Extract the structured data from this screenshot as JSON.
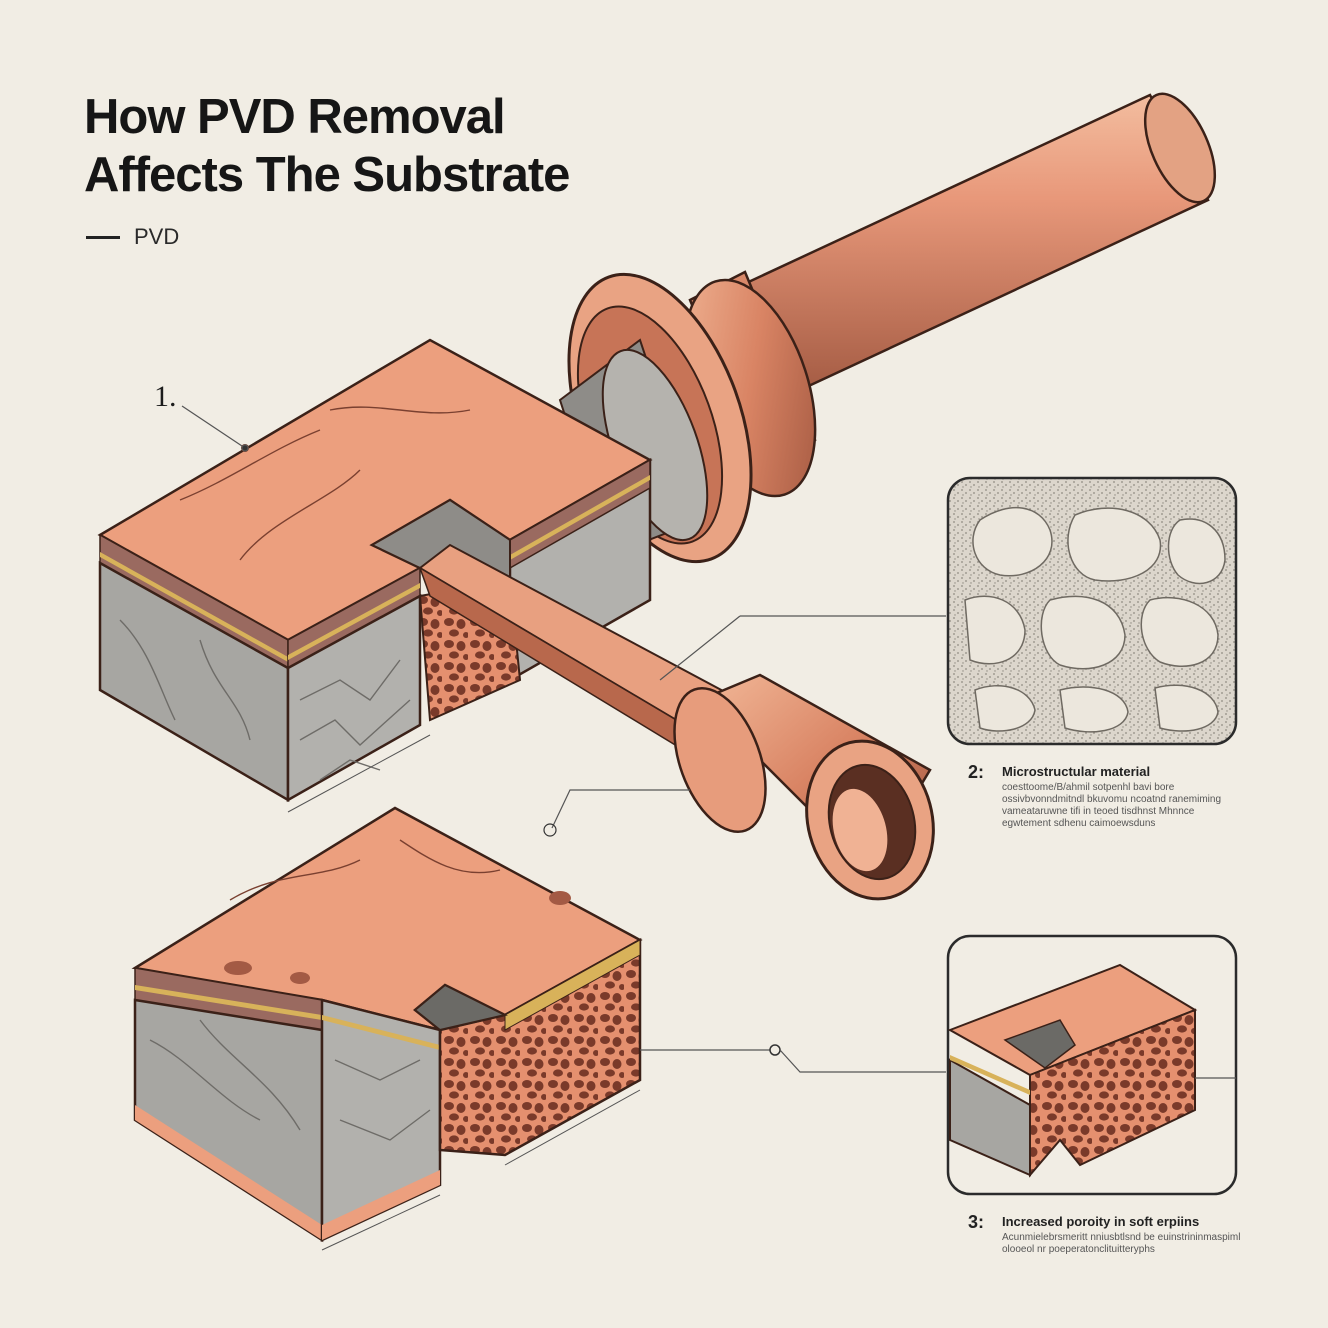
{
  "title": {
    "line1": "How PVD Removal",
    "line2": "Affects The Substrate"
  },
  "subtitle": "PVD",
  "callouts": [
    {
      "number": "1."
    },
    {
      "number": "2:",
      "heading": "Microstructular material",
      "body": "coesttoome/B/ahmil sotpenhl bavi bore ossivbvonndmitndl bkuvomu ncoatnd ranemiming vameataruwne tifi in teoed tisdhnst Mhnnce egwtement sdhenu caimoewsduns"
    },
    {
      "number": "3:",
      "heading": "Increased poroity in soft erpiins",
      "body": "Acunmielebrsmeritt nniusbtlsnd be euinstrininmaspiml olooeol nr poeperatonclituitteryphs"
    }
  ],
  "colors": {
    "background": "#f1ede4",
    "copper": "#e59a78",
    "copper_dark": "#b4634a",
    "gray": "#a9a8a4",
    "gold": "#d8b25a"
  },
  "icons": [
    "copper-tube-icon",
    "substrate-block-icon",
    "microstructure-inset-icon",
    "porosity-inset-icon"
  ]
}
